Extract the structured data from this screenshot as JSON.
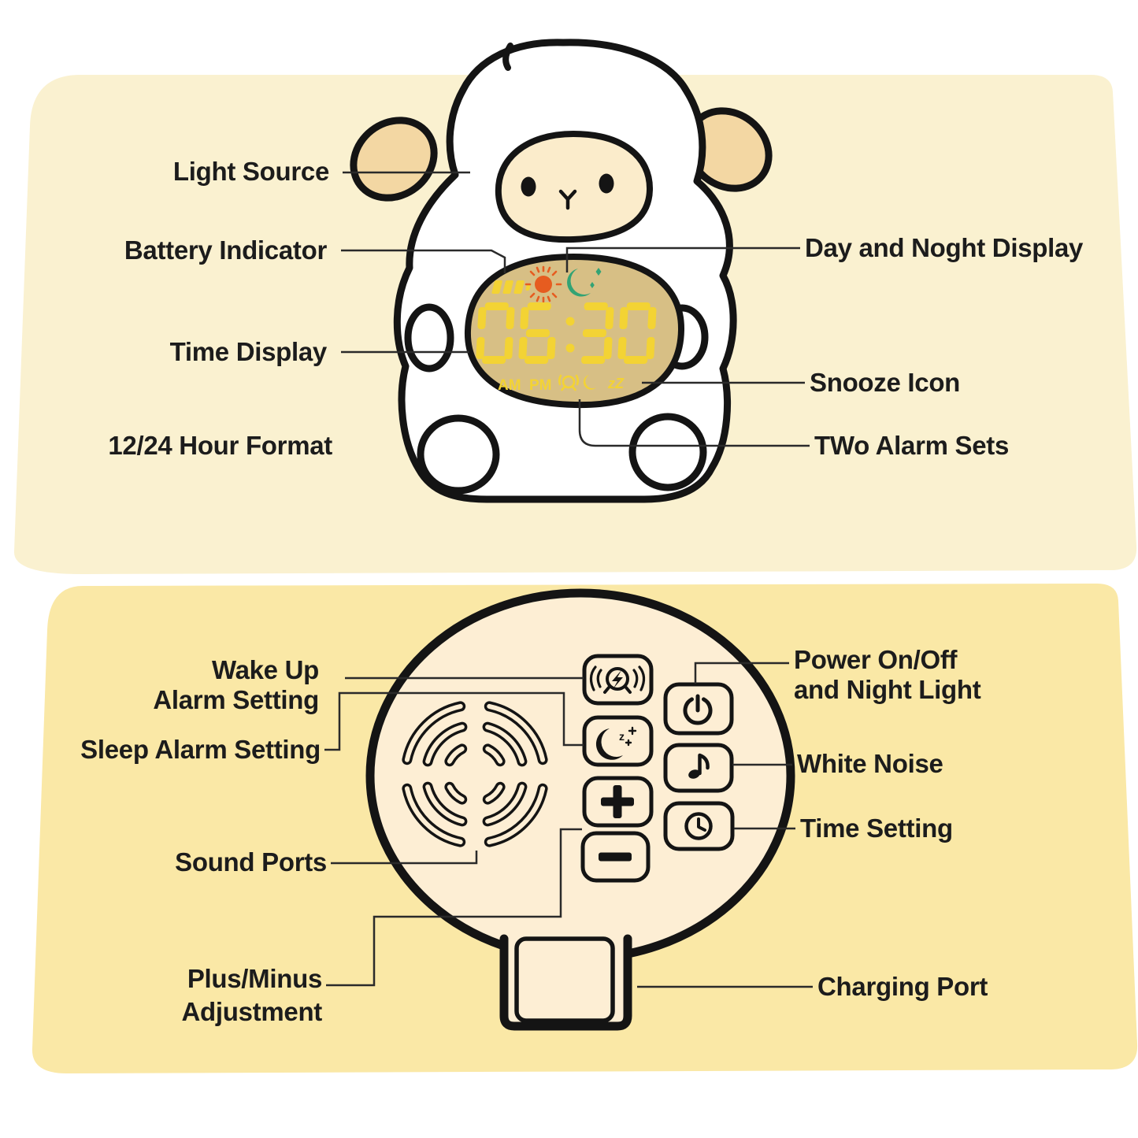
{
  "front": {
    "labels": {
      "light_source": "Light Source",
      "battery_indicator": "Battery Indicator",
      "time_display": "Time Display",
      "hour_format": "12/24 Hour Format",
      "day_night": "Day and Noght Display",
      "snooze": "Snooze Icon",
      "two_alarms": "TWo Alarm Sets"
    },
    "clock": {
      "time": "06:30",
      "am": "AM",
      "pm": "PM",
      "snooze_zz": "zZ",
      "status_icons": [
        "battery-icon",
        "sun-day-icon",
        "moon-night-icon"
      ],
      "bottom_icons": [
        "alarm-1-icon",
        "alarm-2-moon-icon",
        "snooze-zz"
      ]
    }
  },
  "back": {
    "labels": {
      "wake_line1": "Wake Up",
      "wake_line2": "Alarm Setting",
      "sleep": "Sleep Alarm Setting",
      "sound_ports": "Sound Ports",
      "adjust_line1": "Plus/Minus",
      "adjust_line2": "Adjustment",
      "power_line1": "Power On/Off",
      "power_line2": "and Night Light",
      "white_noise": "White Noise",
      "time_setting": "Time Setting",
      "charging_port": "Charging Port"
    },
    "sleep_icon_z": "z",
    "buttons": [
      {
        "name": "wake-up-alarm-button",
        "icon": "alarm-ring-icon"
      },
      {
        "name": "sleep-alarm-button",
        "icon": "moon-zz-icon"
      },
      {
        "name": "plus-button",
        "icon": "plus-icon"
      },
      {
        "name": "minus-button",
        "icon": "minus-icon"
      },
      {
        "name": "power-button",
        "icon": "power-icon"
      },
      {
        "name": "white-noise-button",
        "icon": "music-note-icon"
      },
      {
        "name": "time-setting-button",
        "icon": "clock-icon"
      }
    ]
  },
  "colors": {
    "panel_top": "#faf1d0",
    "panel_bottom": "#fae8a6",
    "device_cream": "#fdeed4",
    "ear_tan": "#f3d7a3",
    "face_cream": "#fbeccb",
    "display_bg": "#d7bf85",
    "digit_yellow": "#f3d334",
    "sun_orange": "#e65c20",
    "moon_green": "#33a374",
    "outline": "#141414",
    "leader": "#2a2a2a",
    "text": "#1c1c1c"
  }
}
